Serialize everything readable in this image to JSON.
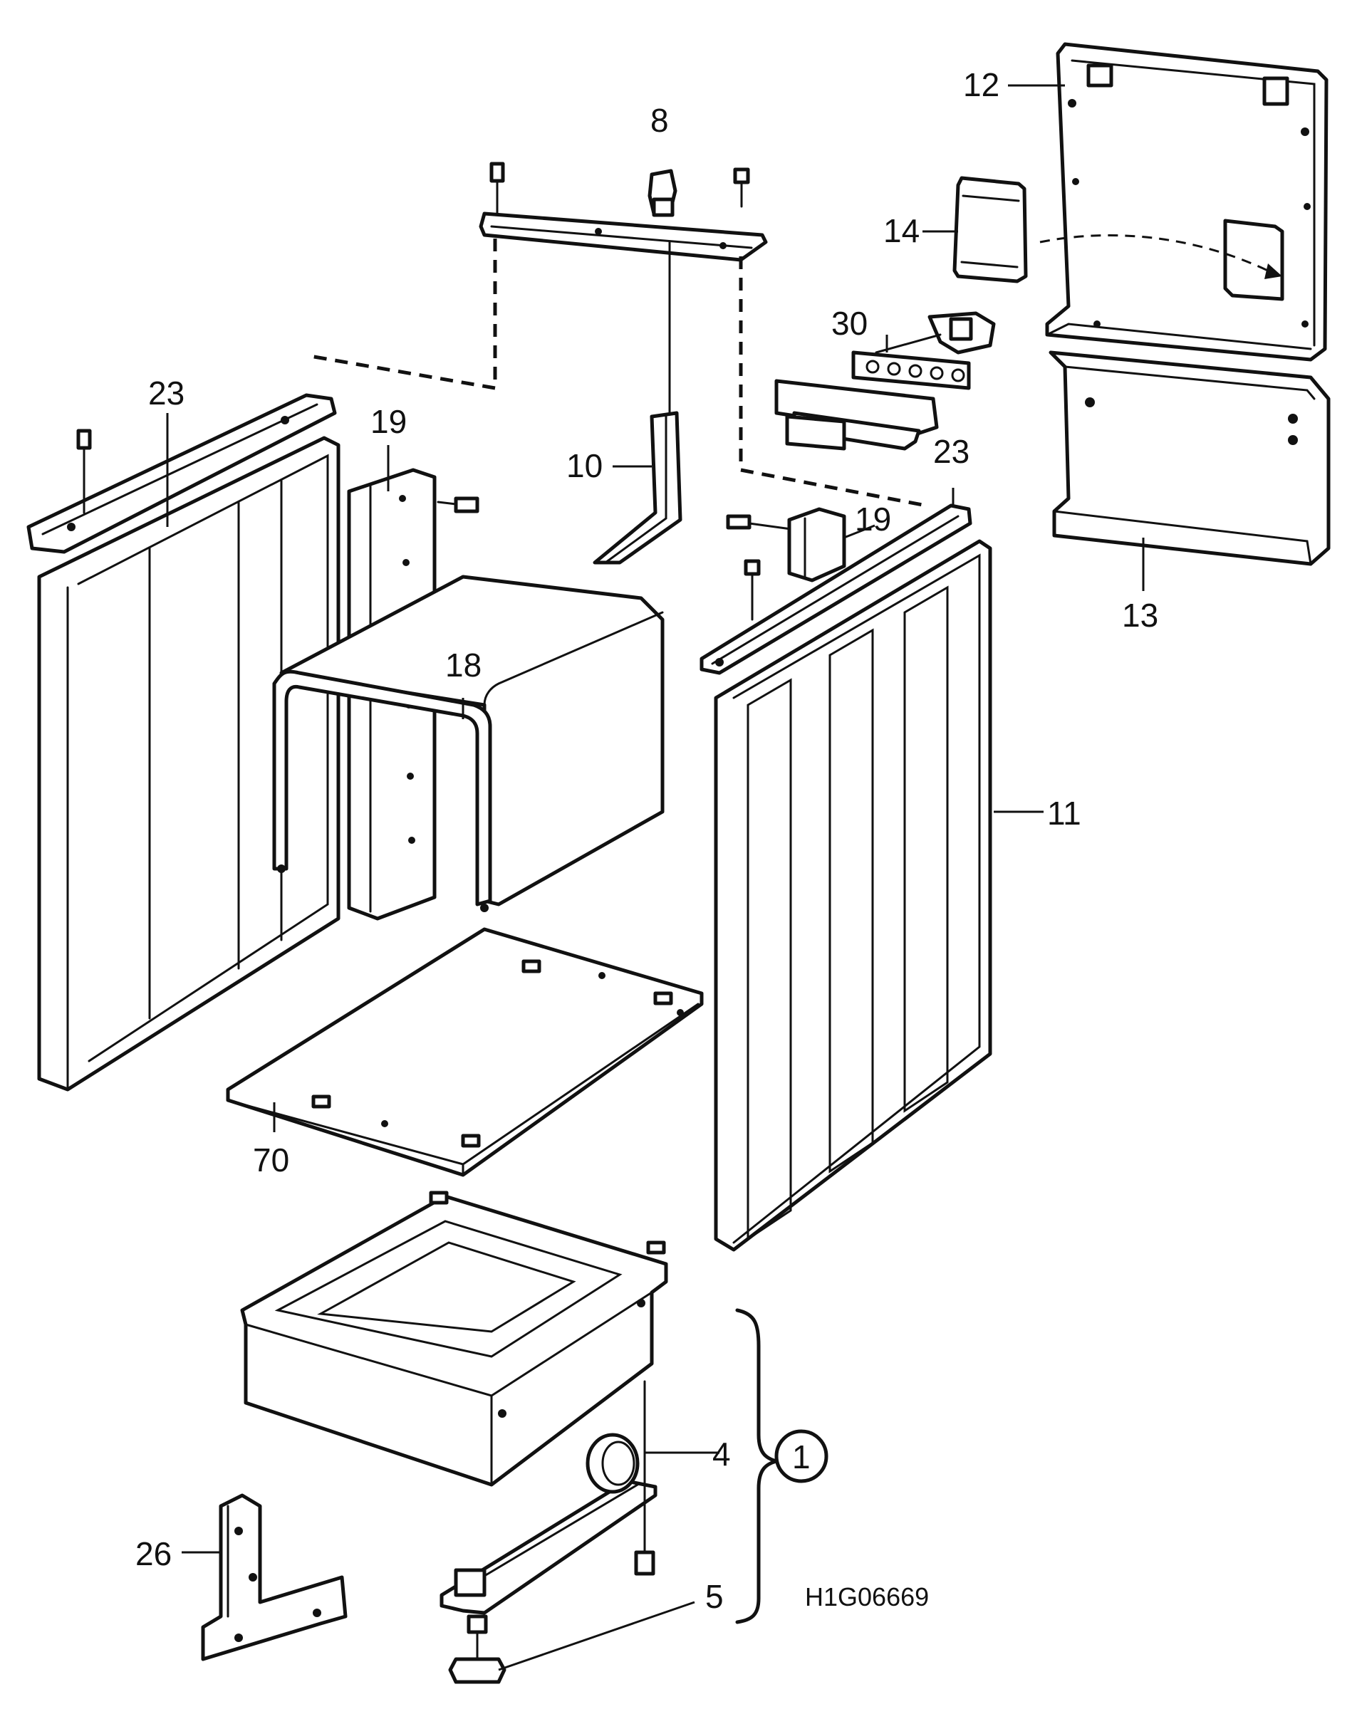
{
  "diagram": {
    "drawing_code": "H1G06669",
    "assembly_callout": "1",
    "labels": {
      "p8": "8",
      "p12": "12",
      "p14": "14",
      "p30": "30",
      "p13": "13",
      "p23_left": "23",
      "p23_right": "23",
      "p19_left": "19",
      "p19_right": "19",
      "p10": "10",
      "p18": "18",
      "p11": "11",
      "p70": "70",
      "p4": "4",
      "p26": "26",
      "p5": "5"
    }
  }
}
